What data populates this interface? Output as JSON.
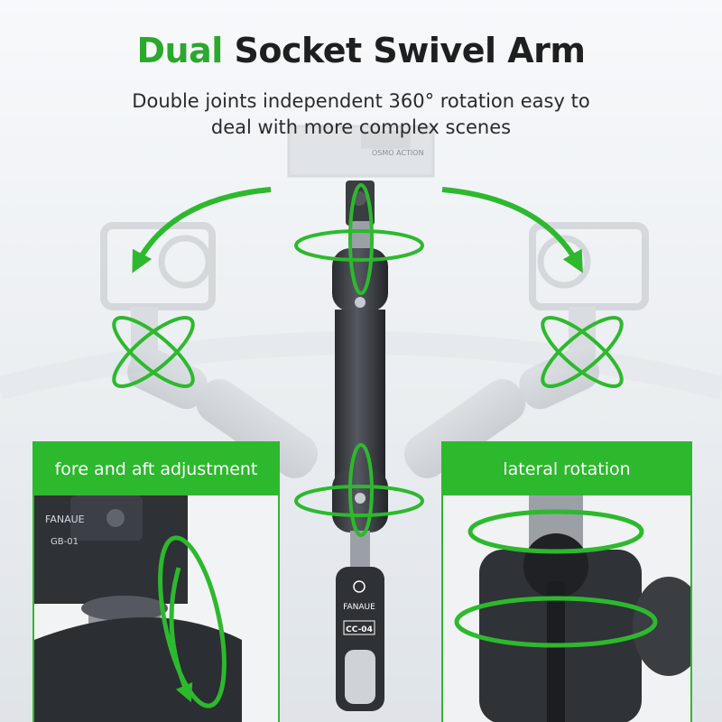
{
  "title": {
    "highlight": "Dual",
    "rest": "Socket Swivel Arm"
  },
  "subtitle": {
    "line1": "Double joints independent 360° rotation easy to",
    "line2": "deal with more complex scenes"
  },
  "camera_label": "OSMO ACTION",
  "arm_brand": "FANAUE",
  "arm_model": "CC-04",
  "panels": {
    "left": {
      "label": "fore and aft adjustment",
      "brand": "FANAUE",
      "model": "GB-01"
    },
    "right": {
      "label": "lateral rotation"
    }
  },
  "colors": {
    "accent": "#2db92d",
    "arm": "#3b3e43",
    "ghost": "#b9bec4"
  }
}
